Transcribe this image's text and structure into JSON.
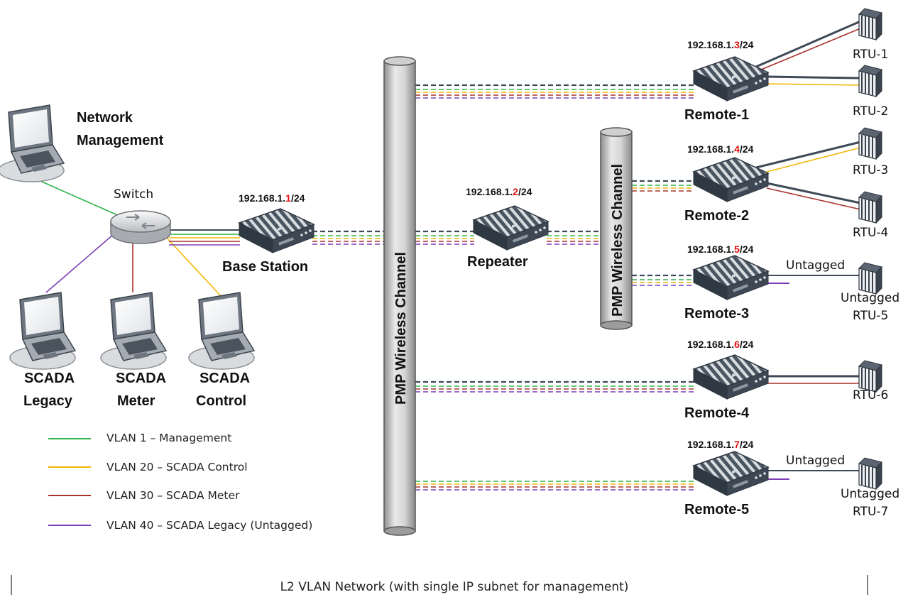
{
  "colors": {
    "vlan1": "#2db34a",
    "vlan20": "#f2b705",
    "vlan30": "#a8322d",
    "vlan40": "#7a3fb5",
    "trunk": "#3e4a57",
    "ip_octet": "#e01010"
  },
  "nodes": {
    "network_management": {
      "line1": "Network",
      "line2": "Management"
    },
    "switch": {
      "label": "Switch"
    },
    "base_station": {
      "label": "Base Station",
      "ip_prefix": "192.168.1.",
      "ip_octet": "1",
      "ip_suffix": "/24"
    },
    "repeater": {
      "label": "Repeater",
      "ip_prefix": "192.168.1.",
      "ip_octet": "2",
      "ip_suffix": "/24"
    },
    "scada_legacy": {
      "line1": "SCADA",
      "line2": "Legacy"
    },
    "scada_meter": {
      "line1": "SCADA",
      "line2": "Meter"
    },
    "scada_control": {
      "line1": "SCADA",
      "line2": "Control"
    },
    "remotes": [
      {
        "label": "Remote-1",
        "ip_prefix": "192.168.1.",
        "ip_octet": "3",
        "ip_suffix": "/24"
      },
      {
        "label": "Remote-2",
        "ip_prefix": "192.168.1.",
        "ip_octet": "4",
        "ip_suffix": "/24"
      },
      {
        "label": "Remote-3",
        "ip_prefix": "192.168.1.",
        "ip_octet": "5",
        "ip_suffix": "/24"
      },
      {
        "label": "Remote-4",
        "ip_prefix": "192.168.1.",
        "ip_octet": "6",
        "ip_suffix": "/24"
      },
      {
        "label": "Remote-5",
        "ip_prefix": "192.168.1.",
        "ip_octet": "7",
        "ip_suffix": "/24"
      }
    ],
    "rtus": {
      "rtu1": "RTU-1",
      "rtu2": "RTU-2",
      "rtu3": "RTU-3",
      "rtu4": "RTU-4",
      "rtu5_line1": "Untagged",
      "rtu5_line2": "RTU-5",
      "rtu6": "RTU-6",
      "rtu7_line1": "Untagged",
      "rtu7_line2": "RTU-7"
    },
    "untagged_link_label": "Untagged"
  },
  "channels": {
    "main": "PMP Wireless Channel",
    "secondary": "PMP Wireless Channel"
  },
  "legend": [
    {
      "label": "VLAN 1 – Management",
      "color": "#2db34a"
    },
    {
      "label": "VLAN 20 – SCADA Control",
      "color": "#f2b705"
    },
    {
      "label": "VLAN 30 – SCADA Meter",
      "color": "#a8322d"
    },
    {
      "label": "VLAN 40 – SCADA Legacy  (Untagged)",
      "color": "#7a3fb5"
    }
  ],
  "caption": "L2 VLAN Network (with single IP subnet for management)"
}
